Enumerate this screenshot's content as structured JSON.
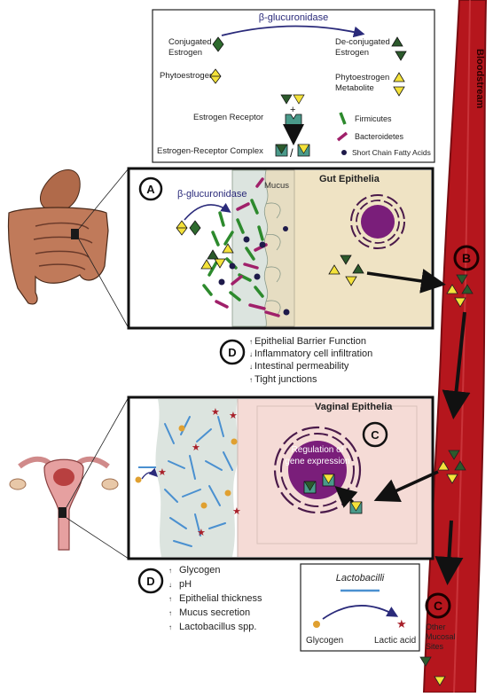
{
  "legend": {
    "enzyme": "β-glucuronidase",
    "conjugated_estrogen": [
      "Conjugated",
      "Estrogen"
    ],
    "deconjugated_estrogen": [
      "De-conjugated",
      "Estrogen"
    ],
    "phytoestrogen": "Phytoestrogen",
    "phytoestrogen_metabolite": [
      "Phytoestrogen",
      "Metabolite"
    ],
    "estrogen_receptor": "Estrogen Receptor",
    "er_complex": "Estrogen-Receptor Complex",
    "firmicutes": "Firmicutes",
    "bacteroidetes": "Bacteroidetes",
    "scfa": "Short Chain Fatty Acids"
  },
  "bloodstream": {
    "label": "Bloodstream",
    "marker_b": "B",
    "marker_c": "C",
    "other_sites": [
      "Other",
      "Mucosal",
      "Sites"
    ]
  },
  "gut": {
    "marker_a": "A",
    "enzyme": "β-glucuronidase",
    "mucus": "Mucus",
    "title": "Gut Epithelia",
    "marker_d": "D",
    "effects": [
      {
        "arrow": "↑",
        "text": "Epithelial Barrier Function"
      },
      {
        "arrow": "↓",
        "text": "Inflammatory cell infiltration"
      },
      {
        "arrow": "↓",
        "text": "Intestinal permeability"
      },
      {
        "arrow": "↑",
        "text": "Tight junctions"
      }
    ]
  },
  "vagina": {
    "title": "Vaginal Epithelia",
    "marker_c": "C",
    "gene_reg": [
      "Regulation of",
      "gene expression"
    ],
    "marker_d": "D",
    "effects": [
      {
        "arrow": "↑",
        "text": "Glycogen"
      },
      {
        "arrow": "↓",
        "text": "pH"
      },
      {
        "arrow": "↑",
        "text": "Epithelial thickness"
      },
      {
        "arrow": "↑",
        "text": "Mucus secretion"
      },
      {
        "arrow": "↑",
        "text": "Lactobacillus spp."
      }
    ],
    "lacto_box": {
      "title": "Lactobacilli",
      "glycogen": "Glycogen",
      "lactic_acid": "Lactic acid"
    }
  },
  "colors": {
    "blood": "#b5161d",
    "blood_dark": "#7a0d12",
    "gut_cell": "#efe3c4",
    "vaginal_cell": "#f5dbd6",
    "mucus": "#dce4df",
    "nucleus": "#7a1e7a",
    "conjugated": "#2e6b2e",
    "deconjugated": "#2c5a2c",
    "phyto": "#f4e23a",
    "firmicutes": "#2d8a2d",
    "bacteroidetes": "#a0206a",
    "scfa": "#1e1a4a",
    "lactobacilli": "#4a90d0",
    "glycogen": "#e0a030",
    "lactic": "#a8202a",
    "enzyme": "#2a2a7a"
  }
}
